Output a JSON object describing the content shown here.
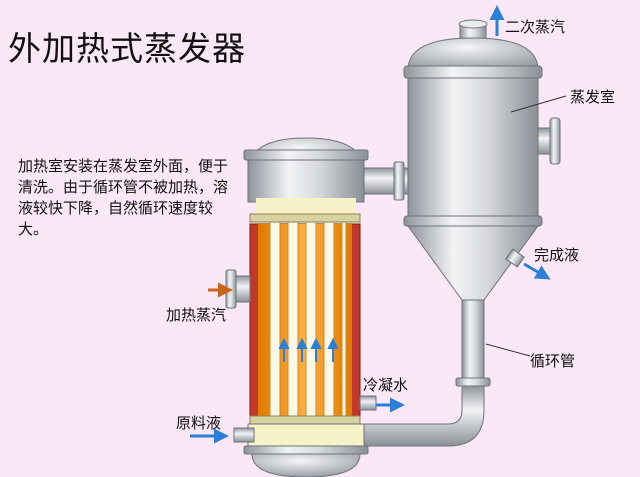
{
  "title": "外加热式蒸发器",
  "description": "加热室安装在蒸发室外面，便于清洗。由于循环管不被加热，溶液较快下降，自然循环速度较大。",
  "labels": {
    "secondary_steam": "二次蒸汽",
    "evaporation_chamber": "蒸发室",
    "completed_liquid": "完成液",
    "heating_steam": "加热蒸汽",
    "circulation_pipe": "循环管",
    "condensate": "冷凝水",
    "feed_liquid": "原料液"
  },
  "colors": {
    "background": "#fbe8f6",
    "arrow_blue": "#2c7fd6",
    "arrow_orange": "#c8641e",
    "tube_orange": "#ff9a1a",
    "shell_red": "#c0392b",
    "metal": "#c8ccd1"
  }
}
